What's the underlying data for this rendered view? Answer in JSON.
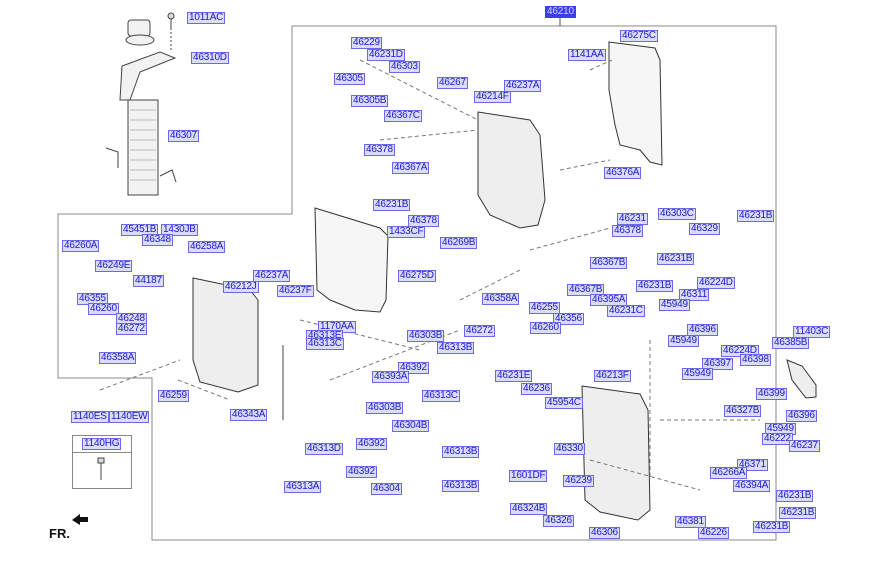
{
  "main_assembly": "46210",
  "labels": {
    "l1011AC": "1011AC",
    "l46310D": "46310D",
    "l46307": "46307",
    "l46229": "46229",
    "l46231D": "46231D",
    "l46305": "46305",
    "l46303": "46303",
    "l46267": "46267",
    "l46237A_top": "46237A",
    "l46214F": "46214F",
    "l46305B": "46305B",
    "l46367C": "46367C",
    "l46378_a": "46378",
    "l46367A": "46367A",
    "l46231B_a": "46231B",
    "l46378_b": "46378",
    "l1433CF": "1433CF",
    "l46269B": "46269B",
    "l46275D": "46275D",
    "l46275C": "46275C",
    "l1141AA": "1141AA",
    "l46376A": "46376A",
    "l46303C": "46303C",
    "l46329": "46329",
    "l46231B_b": "46231B",
    "l46231": "46231",
    "l46378_c": "46378",
    "l46367B_a": "46367B",
    "l46231B_c": "46231B",
    "l46367B_b": "46367B",
    "l46231B_d": "46231B",
    "l46395A": "46395A",
    "l46231C": "46231C",
    "l46224D_a": "46224D",
    "l46311": "46311",
    "l45949_a": "45949",
    "l46396_a": "46396",
    "l45949_b": "45949",
    "l46224D_b": "46224D",
    "l46398": "46398",
    "l46397": "46397",
    "l45949_c": "45949",
    "l46399": "46399",
    "l11403C": "11403C",
    "l46385B": "46385B",
    "l46327B": "46327B",
    "l46396_b": "46396",
    "l45949_d": "45949",
    "l46222": "46222",
    "l46237": "46237",
    "l46371": "46371",
    "l46266A": "46266A",
    "l46394A": "46394A",
    "l46231B_e": "46231B",
    "l46231B_f": "46231B",
    "l46381": "46381",
    "l46226": "46226",
    "l46231B_g": "46231B",
    "l46213F": "46213F",
    "l45954C": "45954C",
    "l46231E": "46231E",
    "l46236": "46236",
    "l46358A_r": "46358A",
    "l46255": "46255",
    "l46356": "46356",
    "l46272_r": "46272",
    "l46260_r": "46260",
    "l46330": "46330",
    "l1601DF": "1601DF",
    "l46239": "46239",
    "l46324B": "46324B",
    "l46326": "46326",
    "l46306": "46306",
    "l46260A": "46260A",
    "l45451B": "45451B",
    "l1430JB": "1430JB",
    "l46348": "46348",
    "l46258A": "46258A",
    "l46249E": "46249E",
    "l44187": "44187",
    "l46355": "46355",
    "l46260_l": "46260",
    "l46248": "46248",
    "l46272_l": "46272",
    "l46358A_l": "46358A",
    "l46212J": "46212J",
    "l46237A_mid": "46237A",
    "l46237F": "46237F",
    "l1170AA": "1170AA",
    "l46313E": "46313E",
    "l46313C_a": "46313C",
    "l46303B_a": "46303B",
    "l46313B_a": "46313B",
    "l46392_a": "46392",
    "l46393A": "46393A",
    "l46313C_b": "46313C",
    "l46303B_b": "46303B",
    "l46304B": "46304B",
    "l46392_b": "46392",
    "l46313B_b": "46313B",
    "l46392_c": "46392",
    "l46304": "46304",
    "l46313B_c": "46313B",
    "l46313D": "46313D",
    "l46313A": "46313A",
    "l46343A": "46343A",
    "l46259": "46259",
    "l1140ES": "1140ES",
    "l1140EW": "1140EW",
    "l1140HG": "1140HG"
  },
  "direction_marker": "FR.",
  "colors": {
    "label_bg": "#dcdcfa",
    "label_text": "#1a1acc",
    "main_label_bg": "#3c3cf0",
    "line": "#444444"
  }
}
